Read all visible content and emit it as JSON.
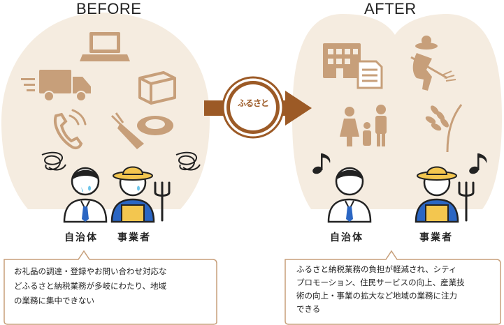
{
  "before": {
    "heading": "BEFORE",
    "roles": [
      "自治体",
      "事業者"
    ],
    "description_lines": [
      "お礼品の調達・登録やお問い合わせ対応な",
      "どふるさと納税業務が多岐にわたり、地域",
      "の業務に集中できない"
    ]
  },
  "after": {
    "heading": "AFTER",
    "roles": [
      "自治体",
      "事業者"
    ],
    "description_lines": [
      "ふるさと納税業務の負担が軽減され、シティ",
      "プロモーション、住民サービスの向上、産業技",
      "術の向上・事業の拡大など地域の業務に注力",
      "できる"
    ]
  },
  "logo_text": "ふるさと",
  "colors": {
    "blob": "#f5ece0",
    "icon": "#c79f7a",
    "arrow": "#9c5a26",
    "callout_border": "#c79f7a",
    "tie": "#2b66c3",
    "overall": "#2b66c3",
    "straw": "#f3c64f"
  },
  "icons": {
    "before": [
      "laptop-icon",
      "truck-icon",
      "package-icon",
      "phone-icon",
      "food-icon"
    ],
    "after": [
      "office-building-icon",
      "document-icon",
      "farmer-icon",
      "family-icon",
      "wheat-icon"
    ]
  }
}
